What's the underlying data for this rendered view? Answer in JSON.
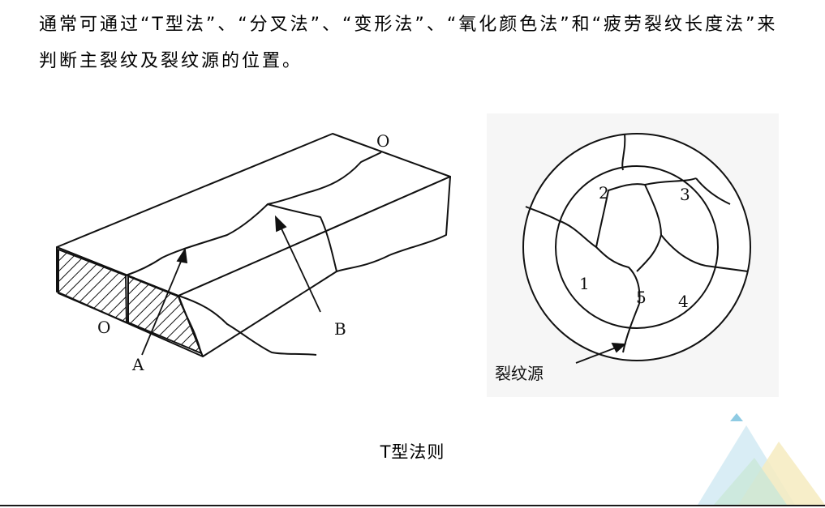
{
  "paragraph": "通常可通过“T型法”、“分叉法”、“变形法”、“氧化颜色法”和“疲劳裂纹长度法”来判断主裂纹及裂纹源的位置。",
  "left_figure": {
    "label_O_top": "O",
    "label_O_left": "O",
    "label_A": "A",
    "label_B": "B"
  },
  "right_figure": {
    "region_1": "1",
    "region_2": "2",
    "region_3": "3",
    "region_4": "4",
    "region_5": "5",
    "origin_label": "裂纹源"
  },
  "caption": "T型法则",
  "colors": {
    "ink": "#111111",
    "deco_blue": "#8fcbe3",
    "deco_yellow": "#f3e2a2",
    "deco_green": "#bfe1cf"
  }
}
